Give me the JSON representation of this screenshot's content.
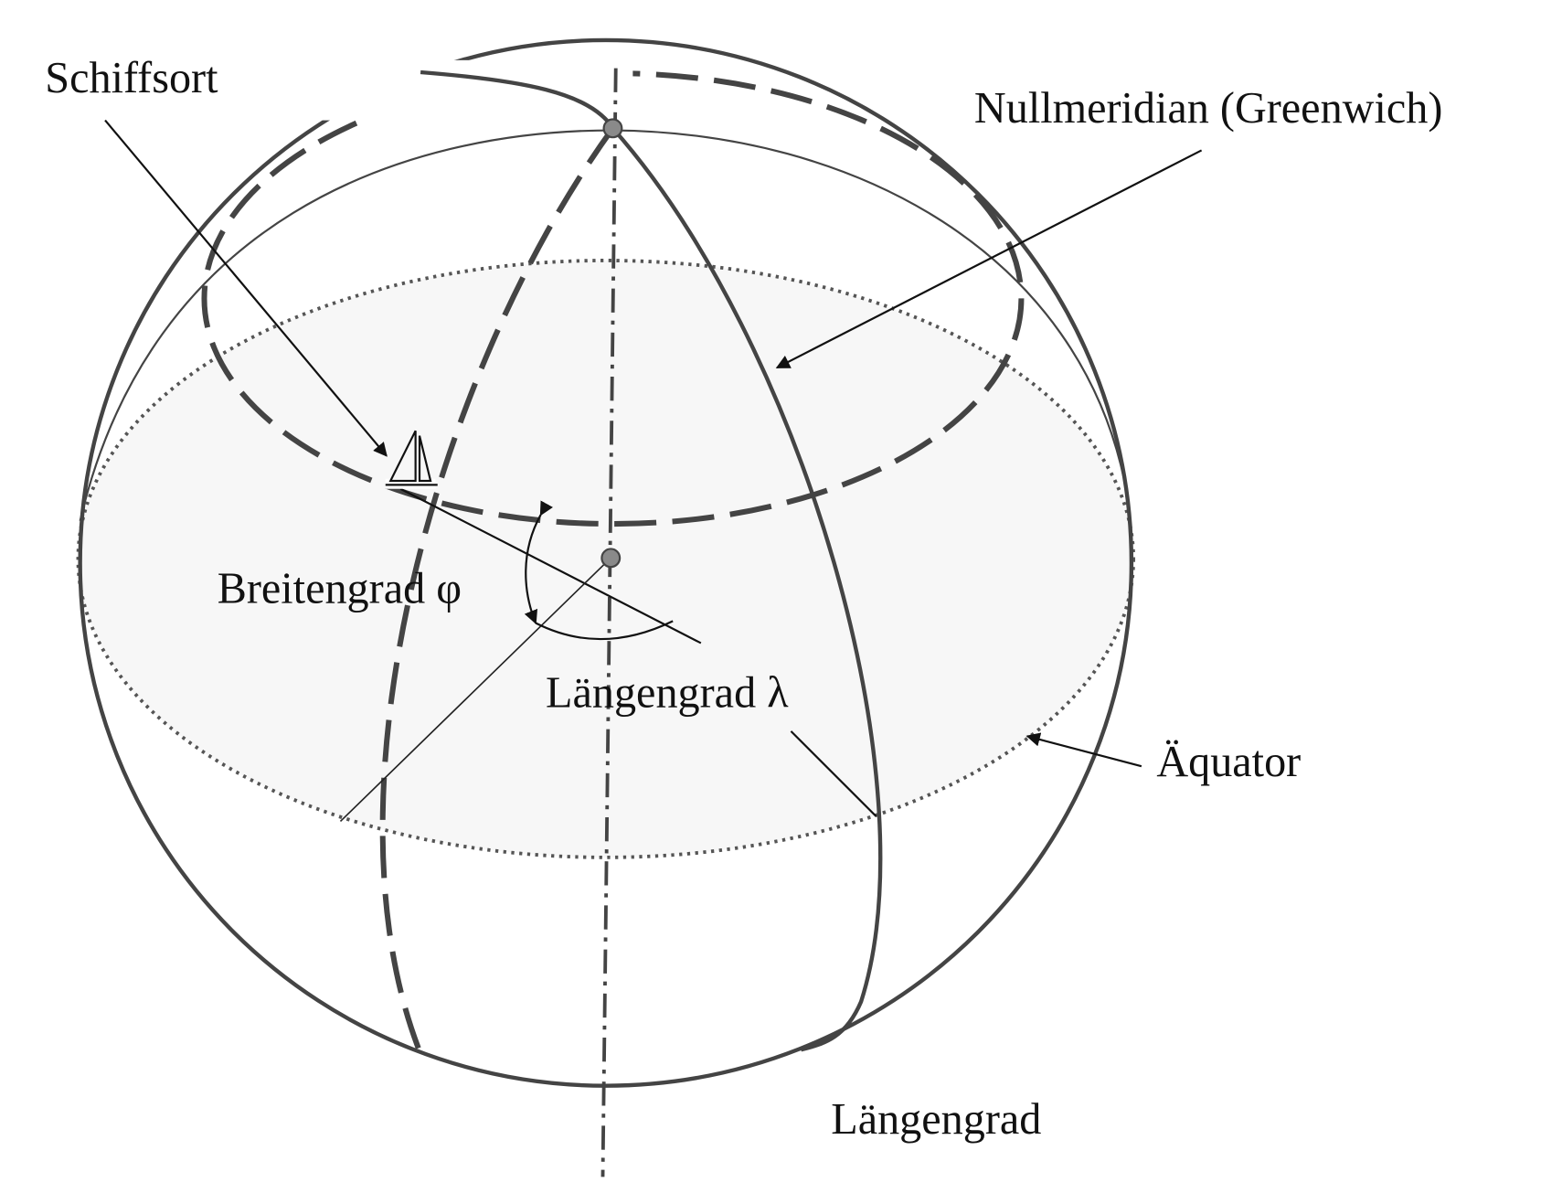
{
  "labels": {
    "ship_position": "Schiffsort",
    "prime_meridian": "Nullmeridian (Greenwich)",
    "latitude": "Breitengrad φ",
    "longitude_angle": "Längengrad λ",
    "equator": "Äquator",
    "longitude": "Längengrad"
  },
  "icons": {
    "ship": "sailboat-icon"
  },
  "colors": {
    "stroke": "#444444",
    "equator_fill": "#f7f7f7",
    "point_fill": "#8a8a8a"
  }
}
